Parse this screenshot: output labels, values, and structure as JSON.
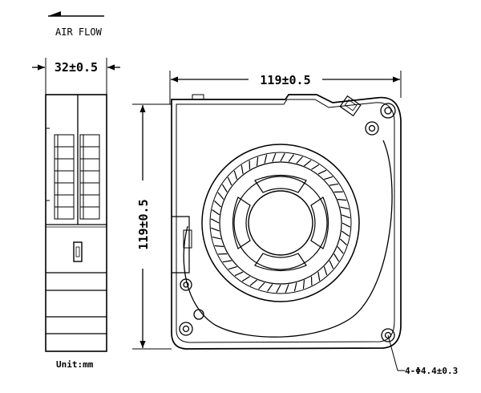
{
  "airflow": {
    "label": "AIR FLOW"
  },
  "side_view": {
    "width_dim": "32±0.5"
  },
  "front_view": {
    "width_dim": "119±0.5",
    "height_dim": "119±0.5",
    "hole_dim": "4-Φ4.4±0.3"
  },
  "unit_note": "Unit:mm",
  "colors": {
    "line": "#000000",
    "background": "#ffffff"
  }
}
